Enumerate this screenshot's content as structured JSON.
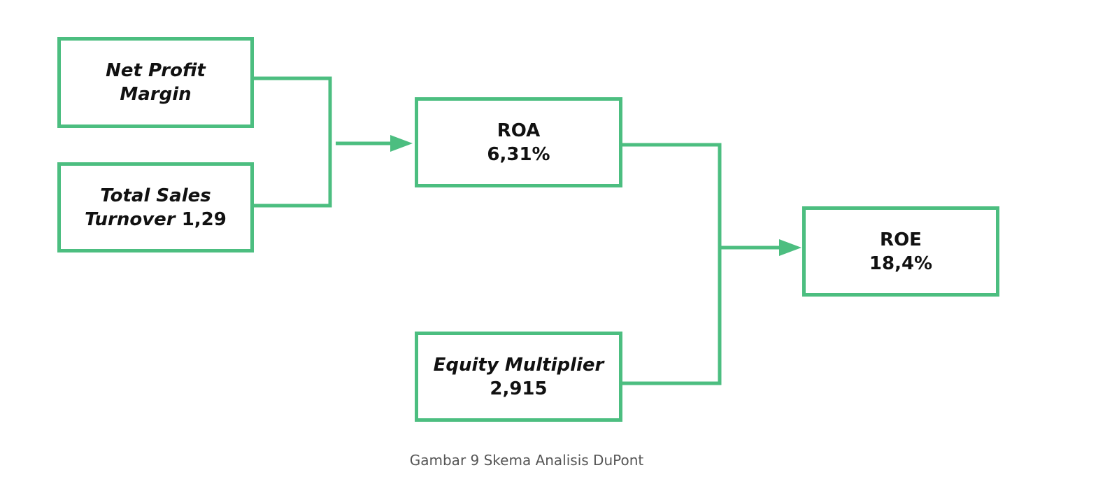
{
  "colors": {
    "accent": "#4cbe80",
    "text": "#111111",
    "caption": "#555555"
  },
  "nodes": {
    "net_profit_margin": {
      "line1": "Net Profit",
      "line2": "Margin"
    },
    "total_sales_turnover": {
      "line1": "Total Sales",
      "line2_label": "Turnover",
      "line2_value": "1,29"
    },
    "roa": {
      "label": "ROA",
      "value": "6,31%"
    },
    "equity_multiplier": {
      "label": "Equity Multiplier",
      "value": "2,915"
    },
    "roe": {
      "label": "ROE",
      "value": "18,4%"
    }
  },
  "edges": [
    {
      "from": "net_profit_margin",
      "to": "roa"
    },
    {
      "from": "total_sales_turnover",
      "to": "roa"
    },
    {
      "from": "roa",
      "to": "roe"
    },
    {
      "from": "equity_multiplier",
      "to": "roe"
    }
  ],
  "caption": "Gambar 9 Skema Analisis DuPont"
}
